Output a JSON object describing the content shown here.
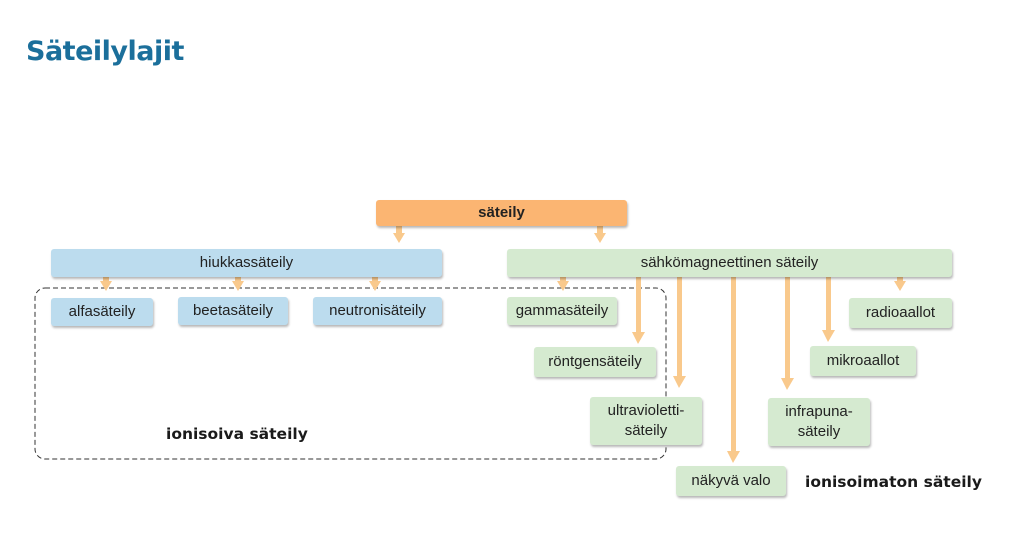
{
  "title": "Säteilylajit",
  "colors": {
    "root": "#fbb572",
    "particle": "#bcdcee",
    "em": "#d5ead0",
    "arrow": "#f9c98c",
    "title": "#1b6f9b"
  },
  "nodes": {
    "root": "säteily",
    "particle": "hiukkassäteily",
    "em": "sähkömagneettinen säteily",
    "alpha": "alfasäteily",
    "beta": "beetasäteily",
    "neutron": "neutronisäteily",
    "gamma": "gammasäteily",
    "xray": "röntgensäteily",
    "uv": "ultravioletti-\nsäteily",
    "visible": "näkyvä valo",
    "ir": "infrapuna-\nsäteily",
    "micro": "mikroaallot",
    "radio": "radioaallot"
  },
  "labels": {
    "ionizing": "ionisoiva säteily",
    "nonionizing": "ionisoimaton säteily"
  }
}
